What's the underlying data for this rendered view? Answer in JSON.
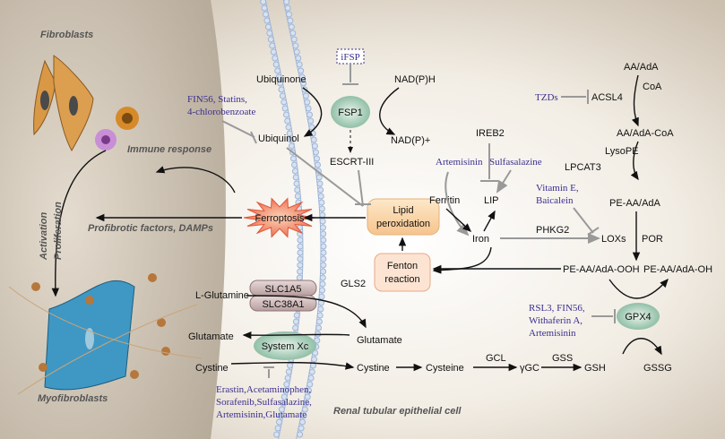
{
  "left_panel": {
    "fibroblasts": "Fibroblasts",
    "immune_response": "Immune response",
    "activation": "Activation",
    "proliferation": "Proliferation",
    "profibrotic": "Profibrotic factors, DAMPs",
    "myofibroblasts": "Myofibroblasts"
  },
  "membrane": {
    "slc1a5": "SLC1A5",
    "slc38a1": "SLC38A1",
    "system_xc": "System Xc",
    "l_glutamine": "L-Glutamine",
    "glutamate_out": "Glutamate",
    "cystine_out": "Cystine",
    "inhibitors_xc": [
      "Erastin,Acetaminophen,",
      "Sorafenib,Sulfasalazine,",
      "Artemisinin,Glutamate"
    ]
  },
  "center": {
    "ferroptosis": "Ferroptosis",
    "lipid_peroxidation": [
      "Lipid",
      "peroxidation"
    ],
    "fenton": [
      "Fenton",
      "reaction"
    ],
    "ubiquinone": "Ubiquinone",
    "ubiquinol": "Ubiquinol",
    "fsp1": "FSP1",
    "ifsp": "iFSP",
    "nadph": "NAD(P)H",
    "nadp": "NAD(P)+",
    "escrt": "ESCRT-III",
    "fin56_group": [
      "FIN56, Statins,",
      "4-chlorobenzoate"
    ],
    "gls2": "GLS2",
    "glutamate_in": "Glutamate",
    "cystine_in": "Cystine",
    "cysteine": "Cysteine",
    "gcl": "GCL",
    "ygc": "γGC",
    "gss": "GSS",
    "gsh": "GSH",
    "gssg": "GSSG",
    "cell_label": "Renal tubular epithelial cell"
  },
  "iron": {
    "ireb2": "IREB2",
    "artemisinin": "Artemisinin",
    "sulfasalazine": "Sulfasalazine",
    "ferritin": "Ferritin",
    "lip": "LIP",
    "iron": "Iron",
    "phkg2": "PHKG2"
  },
  "lipid_pathway": {
    "aa": "AA/AdA",
    "coa": "CoA",
    "tzds": "TZDs",
    "acsl4": "ACSL4",
    "aa_coa": "AA/AdA-CoA",
    "lysope": "LysoPE",
    "lpcat3": "LPCAT3",
    "vitamin_e": [
      "Vitamin E,",
      "Baicalein"
    ],
    "pe_aa": "PE-AA/AdA",
    "loxs": "LOXs",
    "por": "POR",
    "pe_ooh": "PE-AA/AdA-OOH",
    "pe_oh": "PE-AA/AdA-OH",
    "gpx4": "GPX4",
    "gpx4_inhibitors": [
      "RSL3, FIN56,",
      "Withaferin A,",
      "Artemisinin"
    ]
  }
}
